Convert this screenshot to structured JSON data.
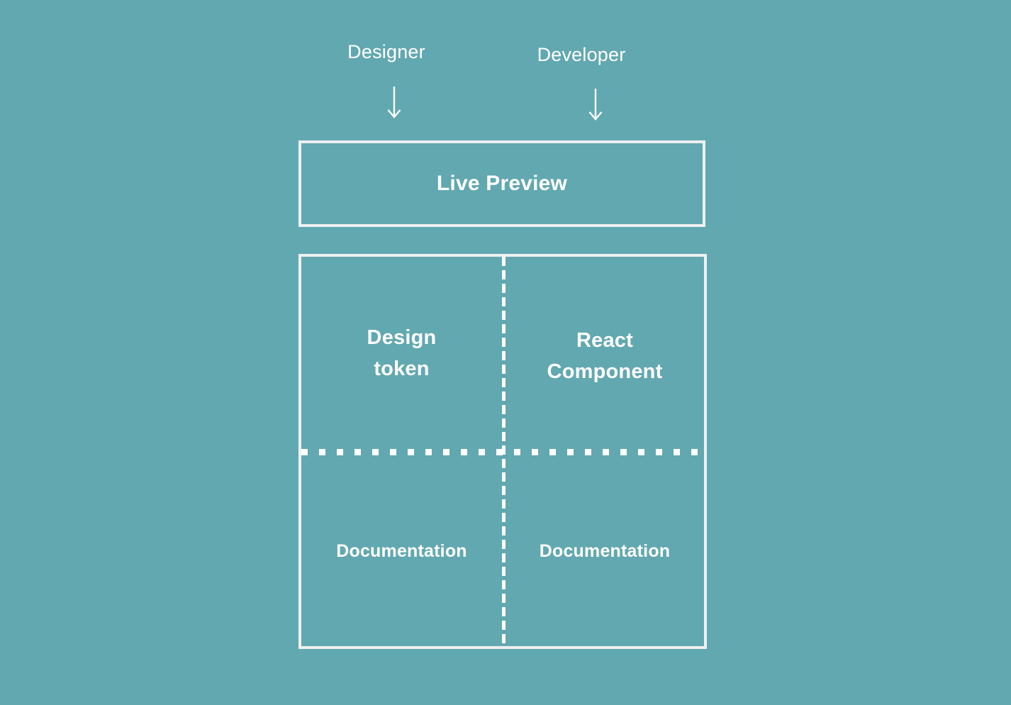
{
  "diagram": {
    "title": "Design system collaboration diagram",
    "background_color": "#62a8b0",
    "line_color": "#eef0f1",
    "text_color": "#ffffff"
  },
  "actors": [
    {
      "id": "designer",
      "label": "Designer",
      "arrow_icon": "down-arrow-icon"
    },
    {
      "id": "developer",
      "label": "Developer",
      "arrow_icon": "down-arrow-icon"
    }
  ],
  "live_preview": {
    "label": "Live Preview"
  },
  "matrix": {
    "columns": [
      {
        "id": "design",
        "owner": "Designer"
      },
      {
        "id": "development",
        "owner": "Developer"
      }
    ],
    "rows": [
      {
        "id": "artifact",
        "cells": [
          {
            "id": "design-token",
            "label": "Design\ntoken",
            "line1": "Design",
            "line2": "token"
          },
          {
            "id": "react-component",
            "label": "React\nComponent",
            "line1": "React",
            "line2": "Component"
          }
        ]
      },
      {
        "id": "documentation",
        "cells": [
          {
            "id": "documentation-design",
            "label": "Documentation"
          },
          {
            "id": "documentation-development",
            "label": "Documentation"
          }
        ]
      }
    ]
  }
}
